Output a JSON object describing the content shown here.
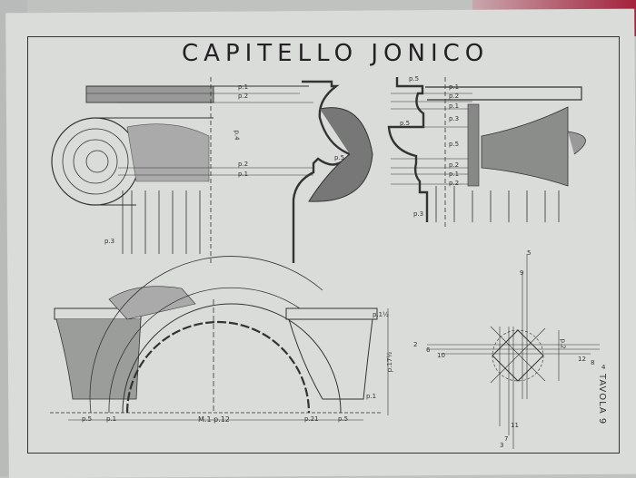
{
  "title": "CAPITELLO JONICO",
  "plate": "TAVOLA 9",
  "front_labels": {
    "p1_top": "p.1",
    "p2_top": "p.2",
    "p4": "p.4",
    "p2_bottom": "p.2",
    "p1_bottom": "p.1",
    "p5_volute": "p.5",
    "p3": "p.3"
  },
  "side_labels": {
    "p5_top": "p.5",
    "p1_a": "p.1",
    "p2_a": "p.2",
    "p1_b": "p.1",
    "p3": "p.3",
    "p5_left": "p.5",
    "p5_mid": "p.5",
    "p2_b": "p.2",
    "p1_c": "p.1",
    "p2_c": "p.2",
    "p3_bottom": "p.3"
  },
  "plan_labels": {
    "p5": "p.5",
    "p1": "p.1",
    "module": "M.1 p.12",
    "p21": "p.21",
    "p5_right": "p.5",
    "p1_half": "p.1½",
    "p17_half": "p.17½",
    "p1_base": "p.1"
  },
  "construction_labels": {
    "n1": "1",
    "n2": "2",
    "n3": "3",
    "n4": "4",
    "n5": "5",
    "n6": "6",
    "n7": "7",
    "n8": "8",
    "n9": "9",
    "n10": "10",
    "n11": "11",
    "n12": "12",
    "p2": "p.2"
  }
}
